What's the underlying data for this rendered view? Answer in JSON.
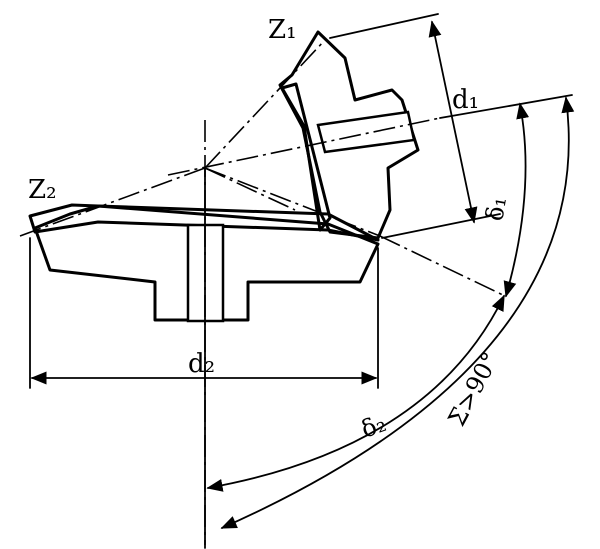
{
  "labels": {
    "z1": "Z₁",
    "z2": "Z₂",
    "d1": "d₁",
    "d2": "d₂",
    "delta1": "δ₁",
    "delta2": "δ₂",
    "sigma": "Σ>90°"
  },
  "colors": {
    "ink": "#000000",
    "paper": "#ffffff"
  }
}
